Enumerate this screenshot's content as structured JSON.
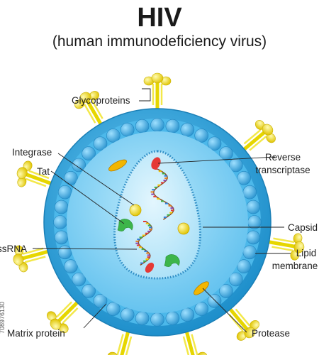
{
  "header": {
    "title": "HIV",
    "subtitle": "(human immunodeficiency virus)"
  },
  "labels": {
    "glycoproteins": "Glycoproteins",
    "integrase": "Integrase",
    "tat": "Tat",
    "reverse_transcriptase_line1": "Reverse",
    "reverse_transcriptase_line2": "transcriptase",
    "ssrna": "ssRNA",
    "capsid": "Capsid",
    "lipid_membrane_line1": "Lipid",
    "lipid_membrane_line2": "membrane",
    "matrix_protein": "Matrix protein",
    "protease": "Protease"
  },
  "watermark": {
    "stock_id": "708976130"
  },
  "colors": {
    "envelope_outer": "#29a3dc",
    "matrix_layer": "#5ec4ee",
    "matrix_bead": "#3fb0e4",
    "interior": "#8fd6f5",
    "capsid_fill": "#cdeefb",
    "capsid_dots": "#3a9ed0",
    "glycoprotein": "#f2e600",
    "integrase": "#f0d200",
    "tat": "#3db54a",
    "reverse_transcriptase": "#e53935",
    "protease": "#e8a000"
  }
}
